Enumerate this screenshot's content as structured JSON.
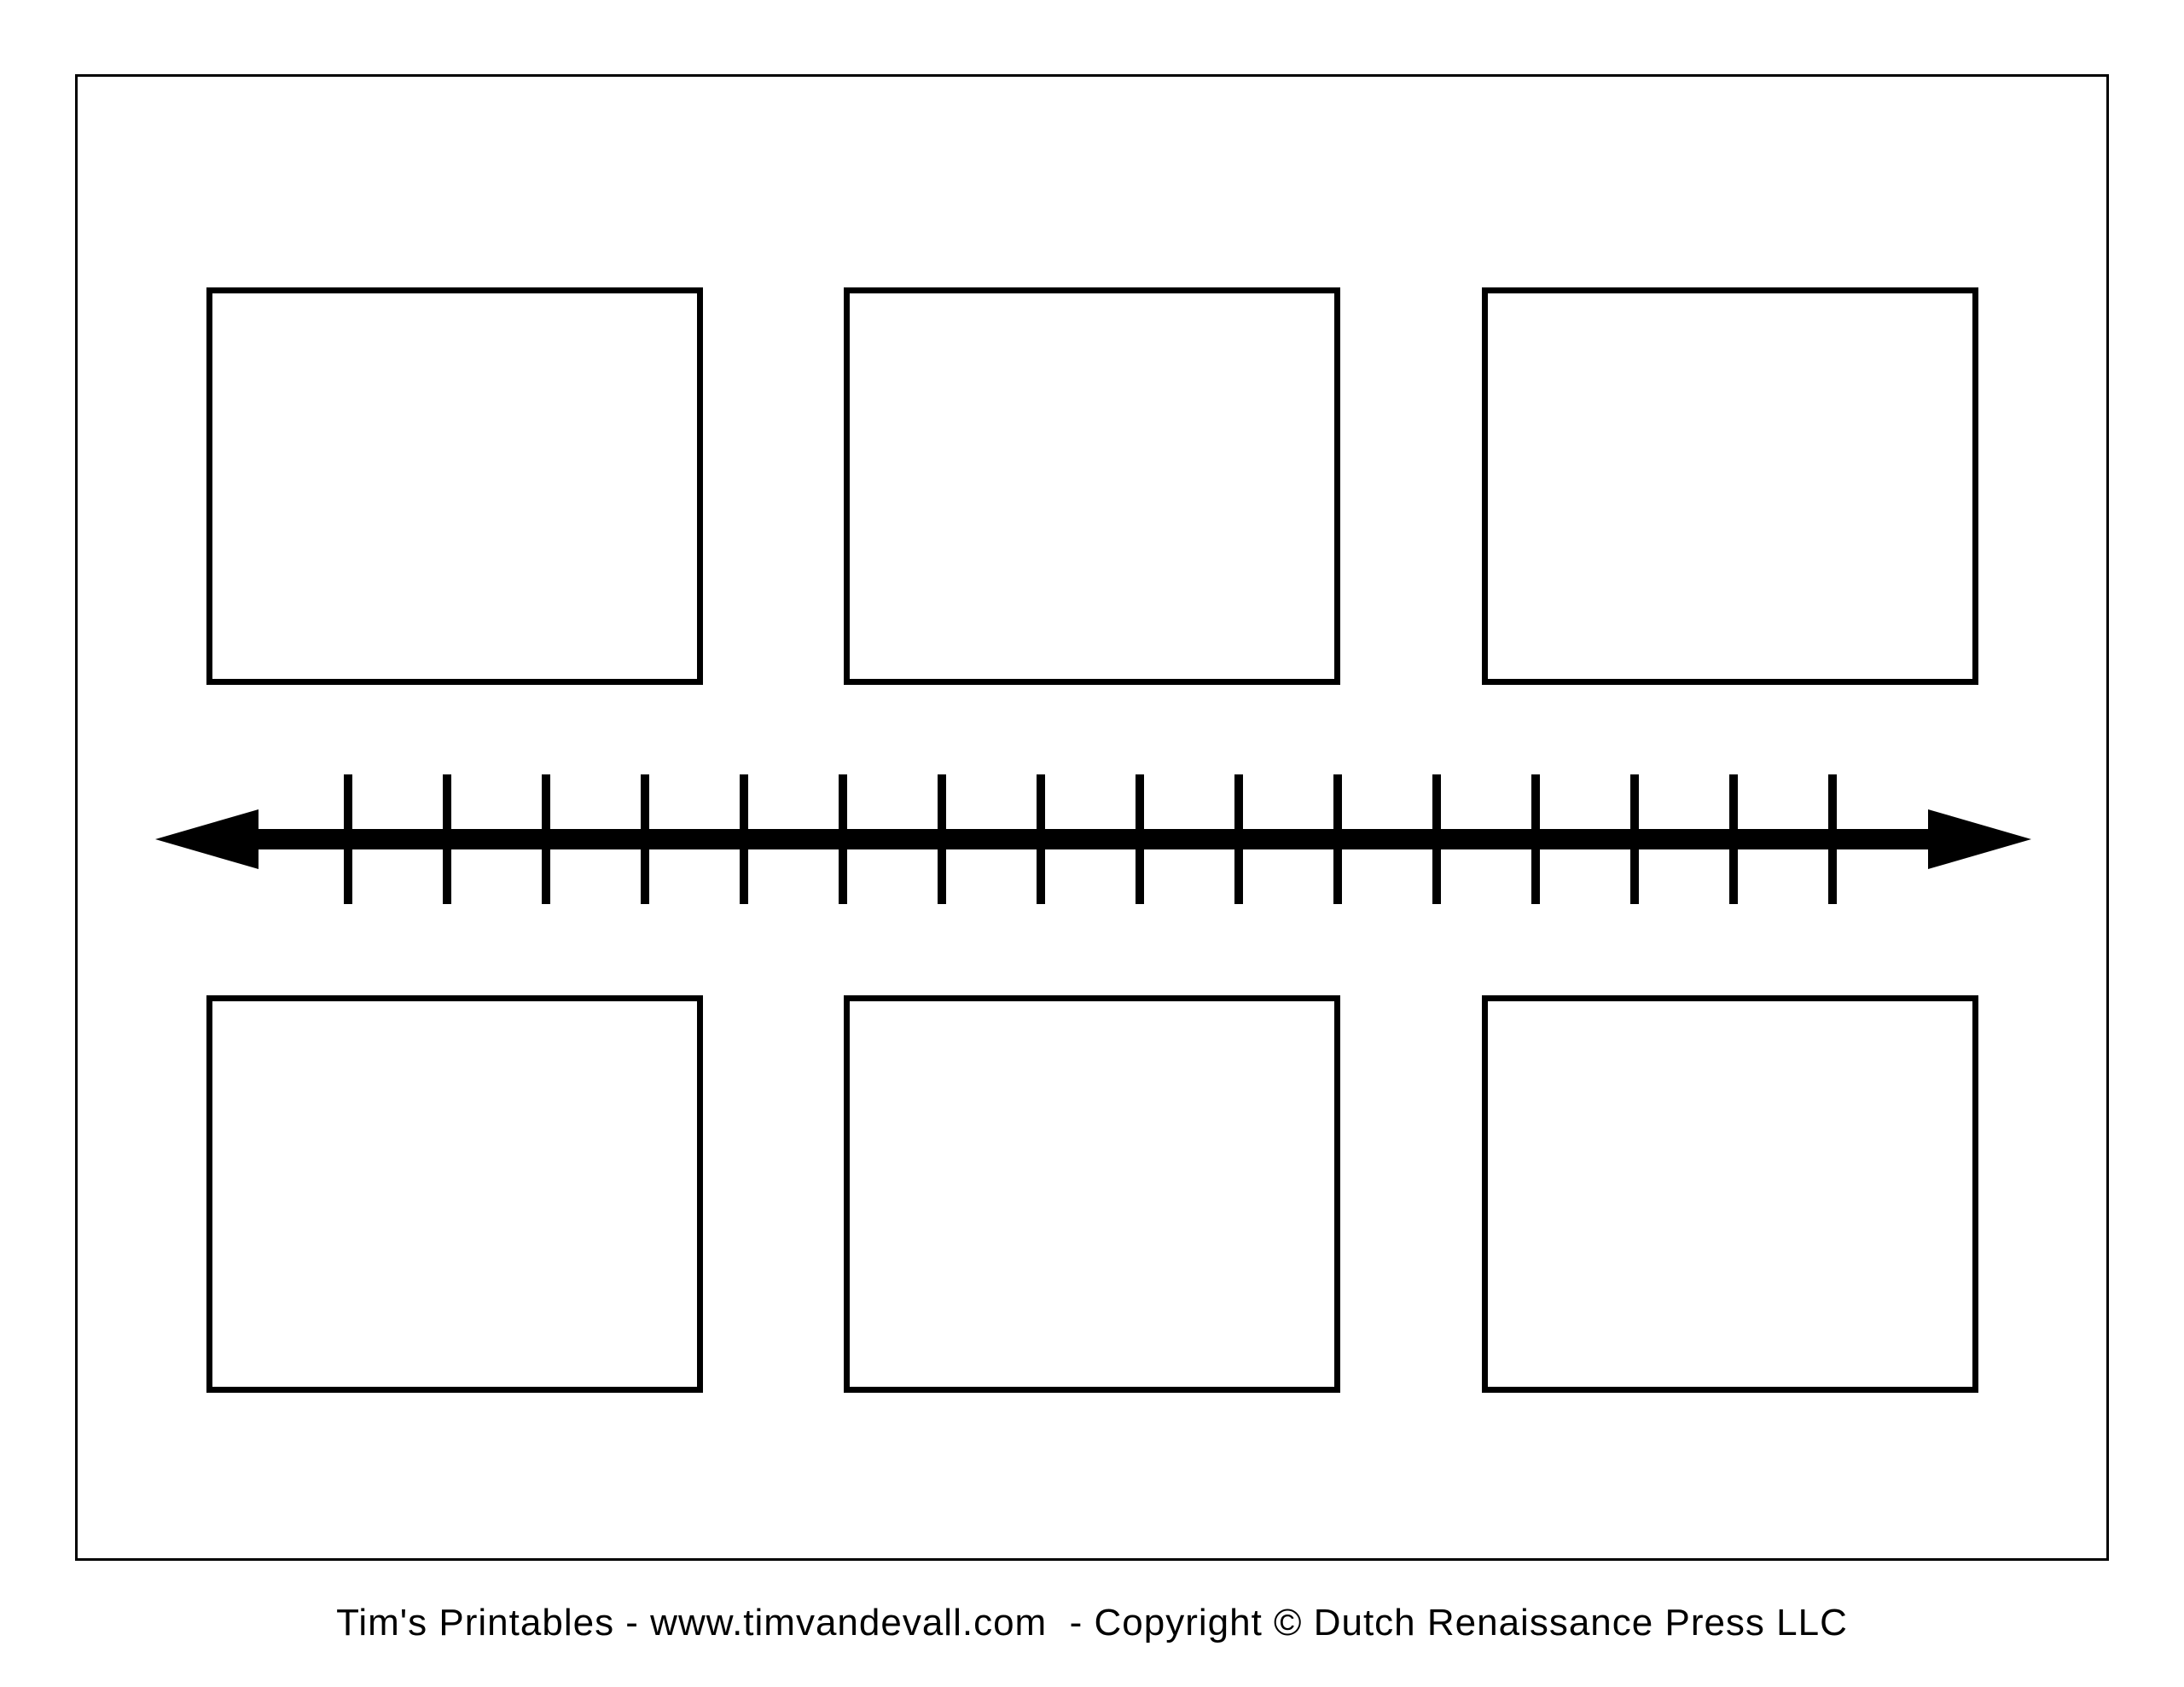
{
  "page": {
    "background": "#ffffff",
    "ink_color": "#000000"
  },
  "timeline": {
    "style": "double-headed-arrow",
    "tick_count": 16
  },
  "event_boxes": {
    "count": 6,
    "rows": 2,
    "columns": 3
  },
  "footer": {
    "credit_text": "Tim's Printables - www.timvandevall.com  - Copyright © Dutch Renaissance Press LLC"
  }
}
